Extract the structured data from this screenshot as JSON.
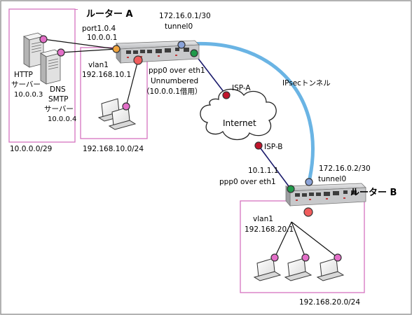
{
  "routers": {
    "a": {
      "name": "ルーター A"
    },
    "b": {
      "name": "ルーター B"
    }
  },
  "router_a": {
    "port": "port1.0.4",
    "port_ip": "10.0.0.1",
    "vlan": "vlan1",
    "vlan_ip": "192.168.10.1",
    "tunnel_ip": "172.16.0.1/30",
    "tunnel": "tunnel0",
    "ppp": "ppp0 over eth1",
    "unnumbered": "Unnumbered",
    "borrowed": "（10.0.0.1借用）"
  },
  "router_b": {
    "tunnel_ip": "172.16.0.2/30",
    "tunnel": "tunnel0",
    "wan_ip": "10.1.1.1",
    "ppp": "ppp0 over eth1",
    "vlan": "vlan1",
    "vlan_ip": "192.168.20.1"
  },
  "servers": {
    "http_line1": "HTTP",
    "http_line2": "サーバー",
    "http_ip": "10.0.0.3",
    "dns_line1": "DNS",
    "dns_line2": "SMTP",
    "dns_line3": "サーバー",
    "dns_ip": "10.0.0.4"
  },
  "networks": {
    "dmz": "10.0.0.0/29",
    "lan_a": "192.168.10.0/24",
    "lan_b": "192.168.20.0/24"
  },
  "cloud": {
    "label": "Internet"
  },
  "isp": {
    "a": "ISP-A",
    "b": "ISP-B"
  },
  "ipsec": {
    "label": "IPsecトンネル"
  }
}
